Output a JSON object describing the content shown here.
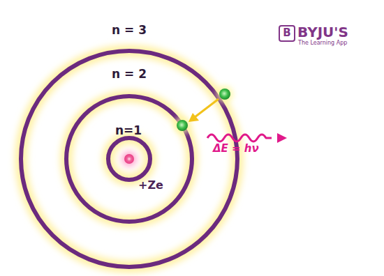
{
  "diagram": {
    "labels": [
      "n = 3",
      "n = 2",
      "n=1",
      "+Ze",
      "ΔE = hν",
      "B",
      "BYJU'S",
      "The Learning App"
    ]
  }
}
